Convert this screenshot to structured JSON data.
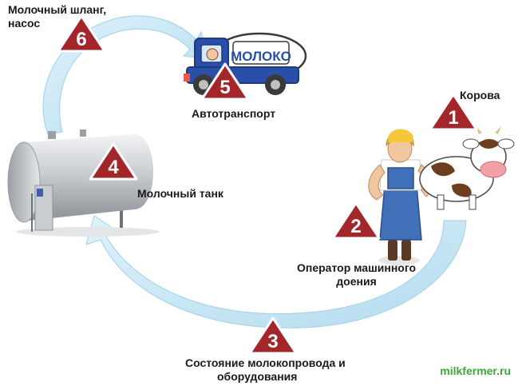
{
  "stages": [
    {
      "number": "1",
      "label_lines": [
        "Корова"
      ]
    },
    {
      "number": "2",
      "label_lines": [
        "Оператор машинного",
        "доения"
      ]
    },
    {
      "number": "3",
      "label_lines": [
        "Состояние молокопровода и",
        "оборудования"
      ]
    },
    {
      "number": "4",
      "label_lines": [
        "Молочный танк"
      ]
    },
    {
      "number": "5",
      "label_lines": [
        "Автотранспорт"
      ]
    },
    {
      "number": "6",
      "label_lines": [
        "Молочный шланг,",
        "насос"
      ]
    }
  ],
  "truck_text": "МОЛОКО",
  "watermark": "milkfermer.ru",
  "colors": {
    "triangle": "#a3262a",
    "triangle_border": "#ffffff",
    "arrow": "#c4e6f4",
    "arrow_edge": "#9fd1e8",
    "text": "#1a1a1a",
    "watermark": "#3aa935",
    "truck_cab": "#2a4fa8",
    "tank": "#c8ccd0"
  }
}
